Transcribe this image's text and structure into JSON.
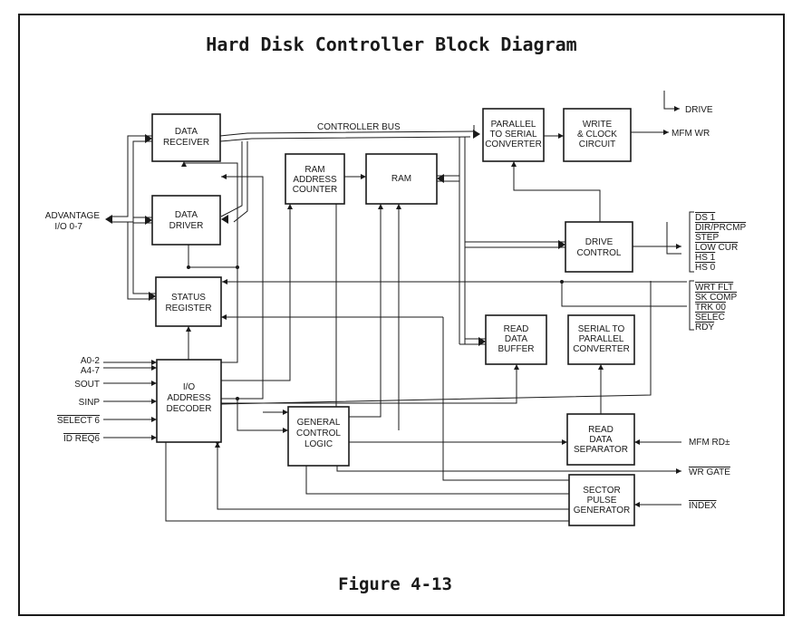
{
  "title": "Hard Disk Controller Block Diagram",
  "caption": "Figure 4-13",
  "bus_label": "CONTROLLER BUS",
  "blocks": {
    "data_receiver": [
      "DATA",
      "RECEIVER"
    ],
    "data_driver": [
      "DATA",
      "DRIVER"
    ],
    "status_register": [
      "STATUS",
      "REGISTER"
    ],
    "io_address_decoder": [
      "I/O",
      "ADDRESS",
      "DECODER"
    ],
    "ram_address_counter": [
      "RAM",
      "ADDRESS",
      "COUNTER"
    ],
    "ram": [
      "RAM"
    ],
    "general_control_logic": [
      "GENERAL",
      "CONTROL",
      "LOGIC"
    ],
    "parallel_to_serial": [
      "PARALLEL",
      "TO SERIAL",
      "CONVERTER"
    ],
    "write_clock": [
      "WRITE",
      "& CLOCK",
      "CIRCUIT"
    ],
    "drive_control": [
      "DRIVE",
      "CONTROL"
    ],
    "read_data_buffer": [
      "READ",
      "DATA",
      "BUFFER"
    ],
    "serial_to_parallel": [
      "SERIAL TO",
      "PARALLEL",
      "CONVERTER"
    ],
    "read_data_separator": [
      "READ",
      "DATA",
      "SEPARATOR"
    ],
    "sector_pulse_generator": [
      "SECTOR",
      "PULSE",
      "GENERATOR"
    ]
  },
  "inputs": {
    "advantage": [
      "ADVANTAGE",
      "I/O 0-7"
    ],
    "a0_2": "A0-2",
    "a4_7": "A4-7",
    "sout": "SOUT",
    "sinp": "SINP",
    "select6": "SELECT 6",
    "idreq6": "ID REQ6"
  },
  "outputs": {
    "drive": "DRIVE",
    "mfm_wr": "MFM WR",
    "drive_signals": [
      "DS 1",
      "DIR/PRCMP",
      "STEP",
      "LOW CUR",
      "HS 1",
      "HS 0"
    ],
    "status_signals": [
      "WRT FLT",
      "SK COMP",
      "TRK 00",
      "SELEC",
      "RDY"
    ],
    "mfm_rd": "MFM RD±",
    "wr_gate": "WR GATE",
    "index": "INDEX"
  }
}
